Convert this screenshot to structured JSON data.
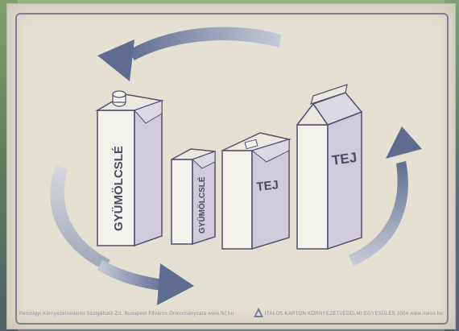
{
  "cartons": {
    "c1_label": "GYÜMÖLCSLÉ",
    "c2_label": "GYÜMÖLCSLÉ",
    "c3_label": "TEJ",
    "c4_label": "TEJ"
  },
  "footer": {
    "left_text": "Pénzügyi Környezetvédelmi Szolgáltató Zrt. Budapest Főváros Önkormányzata www.fkf.hu",
    "right_text": "ITALOS KARTON KÖRNYEZETVÉDELMI EGYESÜLÉS 2004  www.italos.hu"
  },
  "colors": {
    "arrow": "#6e7b9c",
    "outline": "#4f4f6f",
    "carton_face": "#f4f2ec",
    "carton_side": "#cfcbd8"
  }
}
